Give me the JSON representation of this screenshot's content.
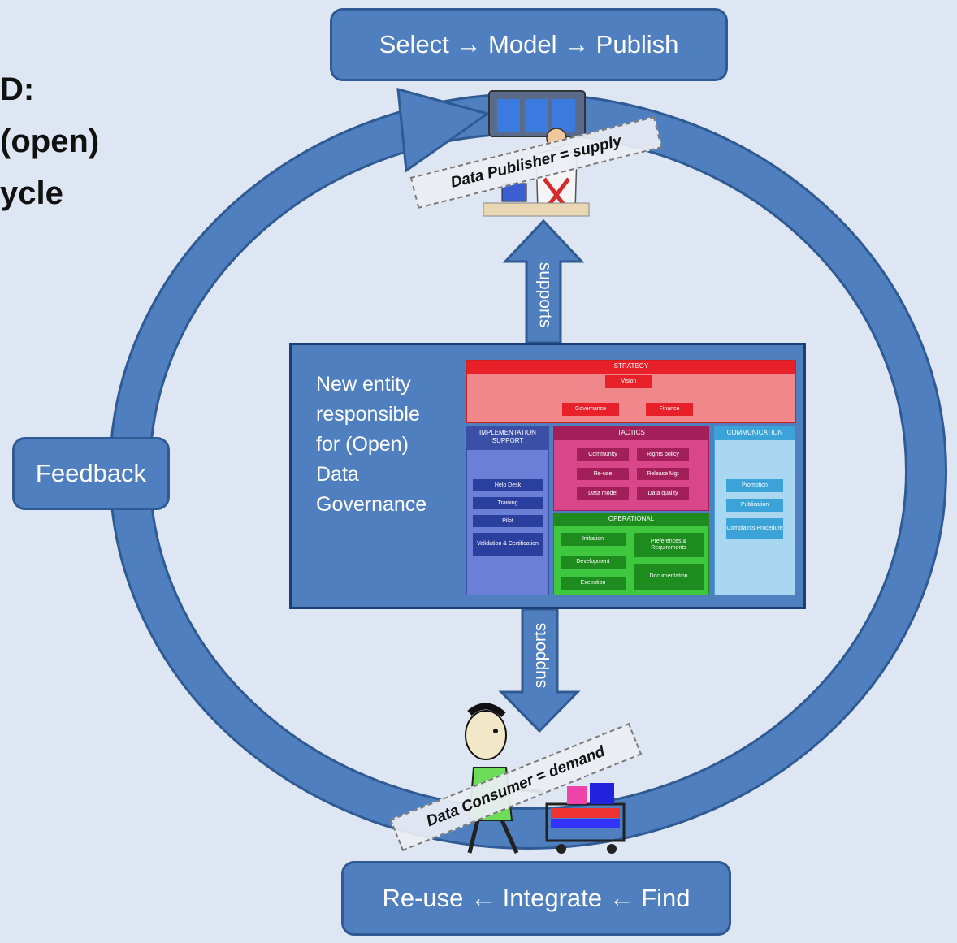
{
  "title_lines": [
    "D:",
    "(open)",
    "ycle"
  ],
  "cycle_stages": {
    "publish": "Select → Model → Publish",
    "consume": "Re-use ← Integrate ← Find",
    "feedback": "Feedback"
  },
  "supports_labels": {
    "up": "supports",
    "down": "supports"
  },
  "entity_text": "New entity responsible for (Open) Data Governance",
  "governance_model": {
    "strategy": {
      "header": "STRATEGY",
      "items": [
        "Vision",
        "Governance",
        "Finance"
      ]
    },
    "implementation_support": {
      "header": "IMPLEMENTATION SUPPORT",
      "items": [
        "Help Desk",
        "Training",
        "Pilot",
        "Validation & Certification"
      ]
    },
    "tactics": {
      "header": "TACTICS",
      "items": [
        "Community",
        "Rights policy",
        "Re-use",
        "Release Mgt",
        "Data model",
        "Data quality"
      ]
    },
    "operational": {
      "header": "OPERATIONAL",
      "items": [
        "Initiation",
        "Preferences & Requirements",
        "Development",
        "Execution",
        "Documentation"
      ]
    },
    "communication": {
      "header": "COMMUNICATION",
      "items": [
        "Promotion",
        "Publication",
        "Complaints Procedure"
      ]
    }
  },
  "roles": {
    "publisher": "Data Publisher = supply",
    "consumer": "Data Consumer = demand"
  },
  "colors": {
    "background": "#dde6f2",
    "cycle_blue": "#4f7fbf",
    "cycle_outline": "#2f5a93",
    "strategy": "#e8202a",
    "implementation": "#6b7fd6",
    "tactics": "#d9478a",
    "operational": "#3fc83f",
    "communication": "#a9d6f0"
  }
}
